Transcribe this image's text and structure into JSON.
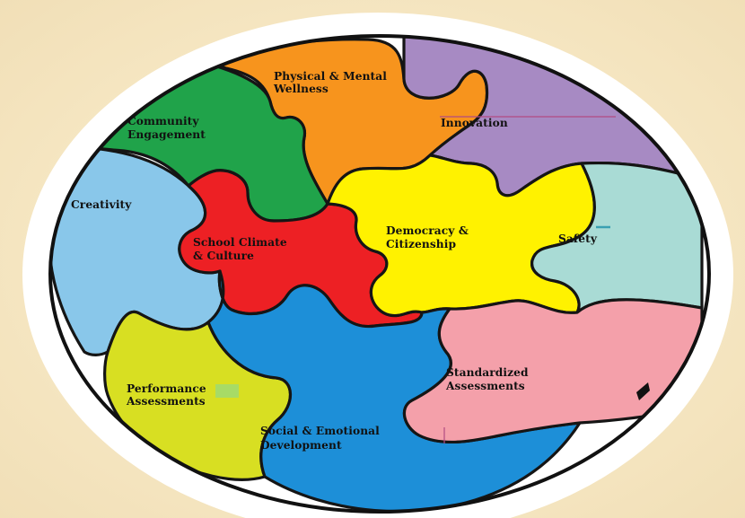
{
  "diagram": {
    "pieces": [
      {
        "id": "physical",
        "label_lines": [
          "Physical & Mental",
          "Wellness"
        ],
        "color": "#f7941d"
      },
      {
        "id": "innovation",
        "label_lines": [
          "Innovation"
        ],
        "color": "#a78ac3"
      },
      {
        "id": "community",
        "label_lines": [
          "Community",
          "Engagement"
        ],
        "color": "#20a34a"
      },
      {
        "id": "creativity",
        "label_lines": [
          "Creativity"
        ],
        "color": "#89c7ea"
      },
      {
        "id": "school",
        "label_lines": [
          "School Climate",
          "& Culture"
        ],
        "color": "#ed2024"
      },
      {
        "id": "democracy",
        "label_lines": [
          "Democracy &",
          "Citizenship"
        ],
        "color": "#fff200"
      },
      {
        "id": "safety",
        "label_lines": [
          "Safety"
        ],
        "color": "#a9dbd5"
      },
      {
        "id": "performance",
        "label_lines": [
          "Performance",
          "Assessments"
        ],
        "color": "#d8df22"
      },
      {
        "id": "social",
        "label_lines": [
          "Social & Emotional",
          "Development"
        ],
        "color": "#1d8fd8"
      },
      {
        "id": "standardized",
        "label_lines": [
          "Standardized",
          "Assessments"
        ],
        "color": "#f4a0aa"
      }
    ]
  }
}
